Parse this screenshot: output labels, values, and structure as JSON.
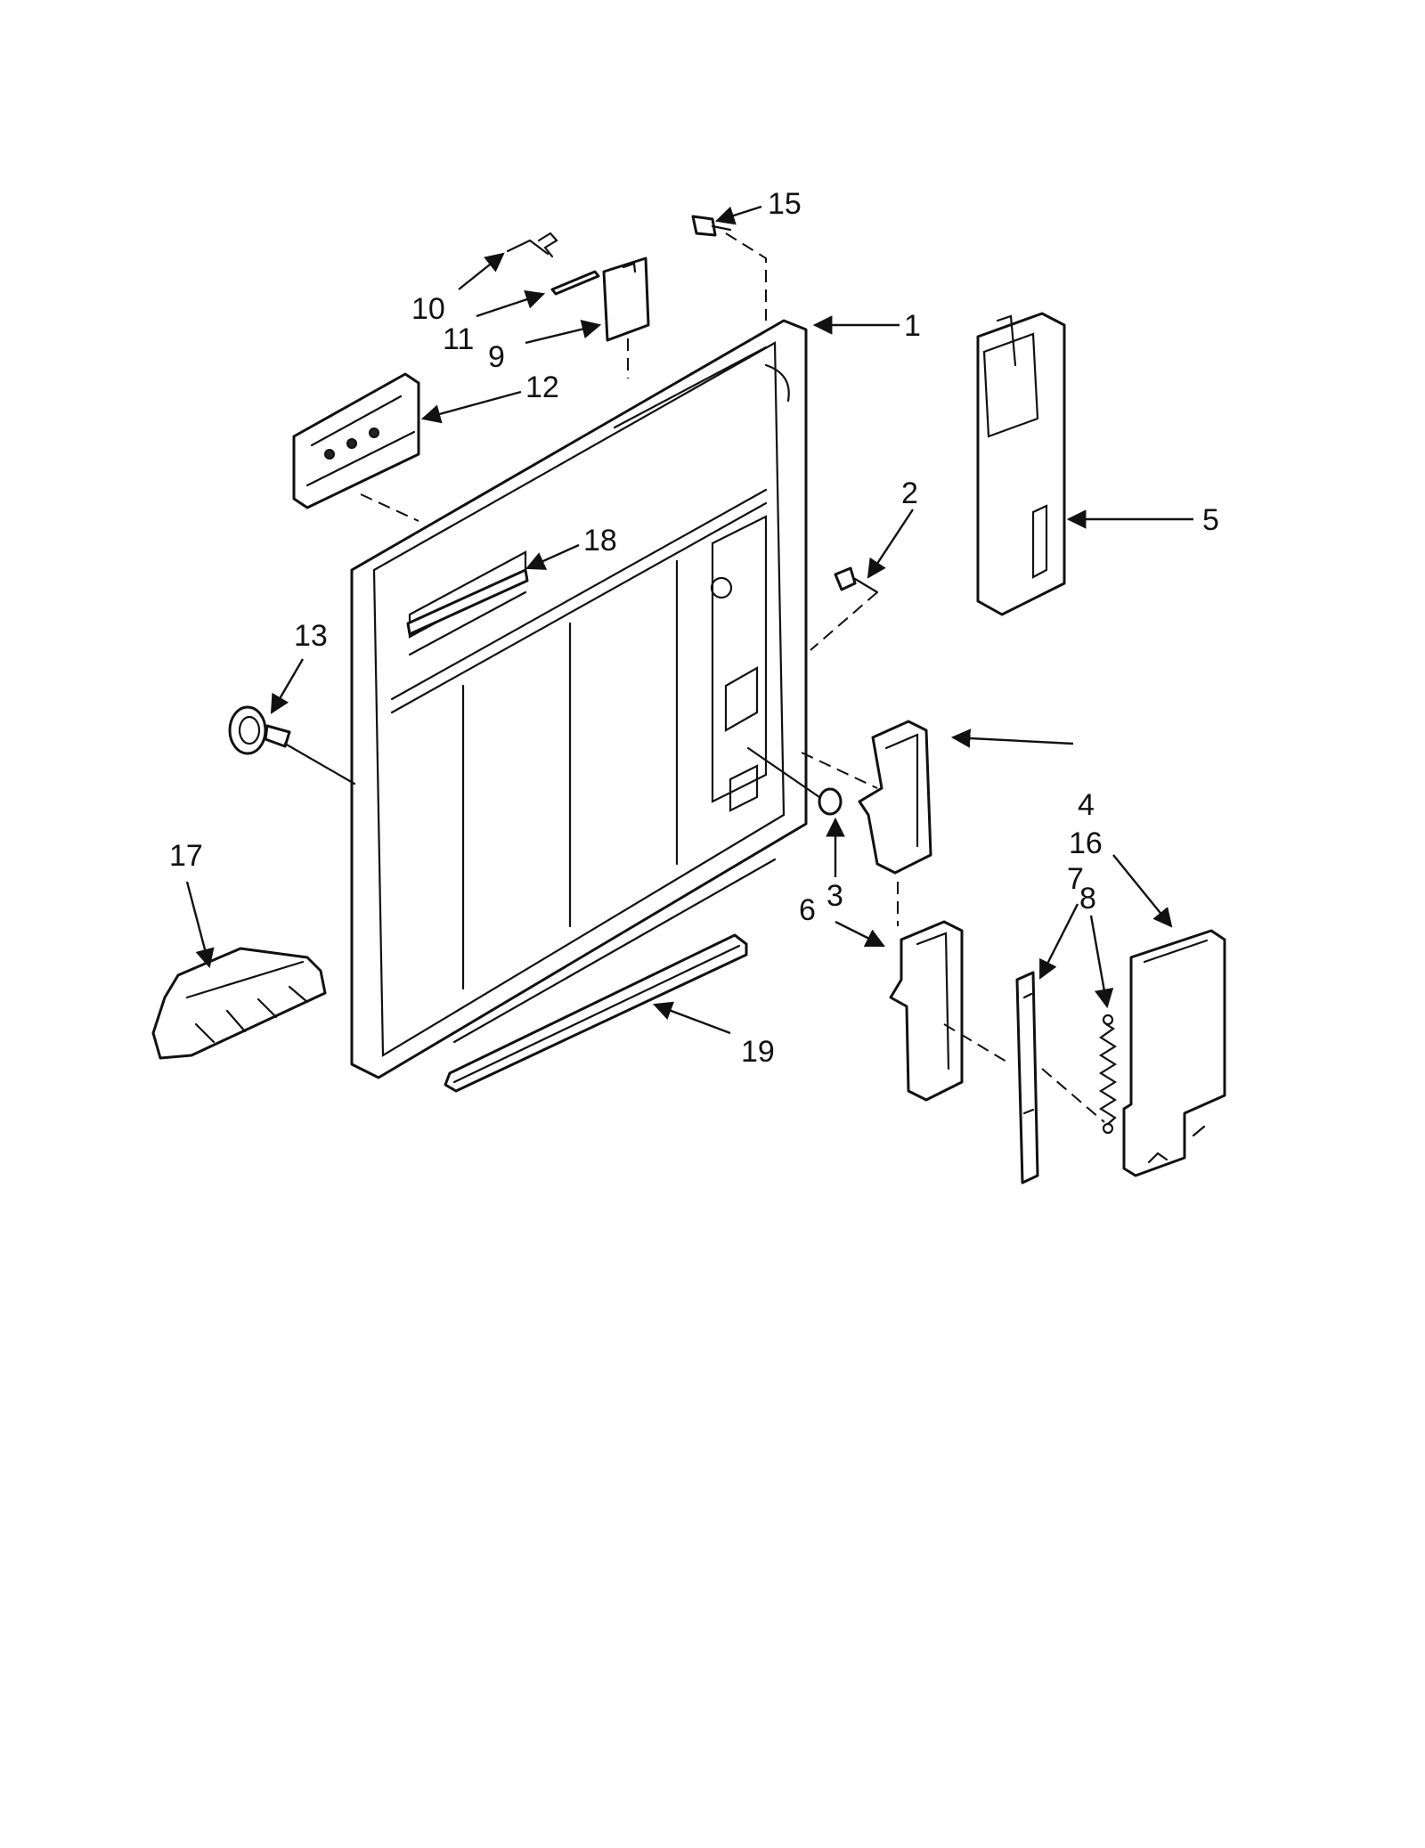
{
  "callouts": {
    "p1": "1",
    "p2": "2",
    "p3": "3",
    "p4": "4",
    "p5": "5",
    "p6": "6",
    "p7": "7",
    "p8": "8",
    "p9": "9",
    "p10": "10",
    "p11": "11",
    "p12": "12",
    "p13": "13",
    "p15": "15",
    "p16": "16",
    "p17": "17",
    "p18": "18",
    "p19": "19"
  }
}
